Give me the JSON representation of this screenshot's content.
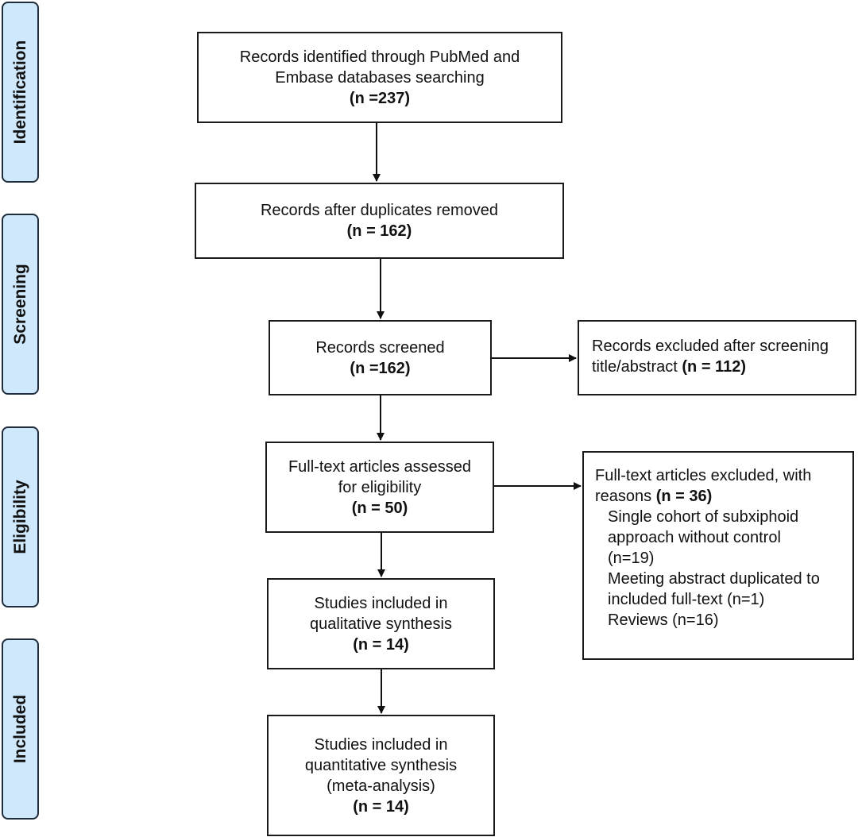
{
  "phases": {
    "identification": "Identification",
    "screening": "Screening",
    "eligibility": "Eligibility",
    "included": "Included"
  },
  "boxes": {
    "identified": {
      "line1": "Records identified through PubMed and",
      "line2": "Embase databases searching",
      "count": "(n =237)"
    },
    "duplicates": {
      "line1": "Records after duplicates removed",
      "count": "(n = 162)"
    },
    "screened": {
      "line1": "Records screened",
      "count": "(n =162)"
    },
    "excluded_screening": {
      "line1": "Records excluded after screening",
      "line2_prefix": "title/abstract ",
      "count": "(n = 112)"
    },
    "fulltext": {
      "line1": "Full-text articles assessed",
      "line2": "for eligibility",
      "count": "(n = 50)"
    },
    "fulltext_excluded": {
      "line1": "Full-text articles excluded, with",
      "line2_prefix": "reasons ",
      "count": "(n = 36)",
      "reasons": [
        "Single cohort of subxiphoid",
        "approach without control",
        "(n=19)",
        "Meeting abstract duplicated to",
        "included full-text (n=1)",
        "Reviews (n=16)"
      ]
    },
    "qualitative": {
      "line1": "Studies included in",
      "line2": "qualitative synthesis",
      "count": "(n = 14)"
    },
    "quantitative": {
      "line1": "Studies included in",
      "line2": "quantitative synthesis",
      "line3": "(meta-analysis)",
      "count": "(n = 14)"
    }
  }
}
